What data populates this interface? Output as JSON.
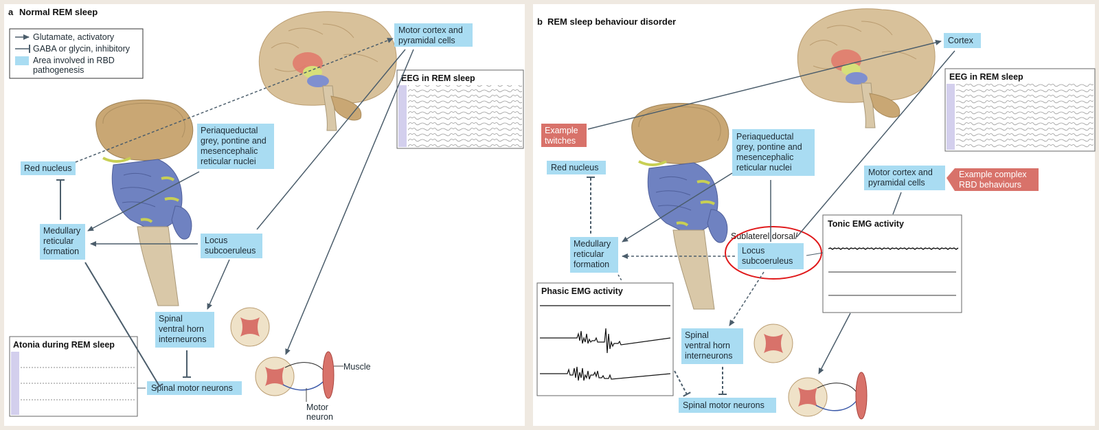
{
  "panel_a": {
    "letter": "a",
    "title": "Normal REM sleep",
    "legend": {
      "activatory": "Glutamate, activatory",
      "inhibitory": "GABA or glycin, inhibitory",
      "area_line1": "Area involved in RBD",
      "area_line2": "pathogenesis"
    },
    "motor_cortex": [
      "Motor cortex and",
      "pyramidal cells"
    ],
    "eeg_title": "EEG in REM sleep",
    "pag": [
      "Periaqueductal",
      "grey, pontine and",
      "mesencephalic",
      "reticular nuclei"
    ],
    "red_nucleus": "Red nucleus",
    "medullary": [
      "Medullary",
      "reticular",
      "formation"
    ],
    "locus": [
      "Locus",
      "subcoeruleus"
    ],
    "spinal_interneurons": [
      "Spinal",
      "ventral horn",
      "interneurons"
    ],
    "spinal_motor": "Spinal motor neurons",
    "atonia_title": "Atonia during REM sleep",
    "muscle": "Muscle",
    "motor_neuron": [
      "Motor",
      "neuron"
    ]
  },
  "panel_b": {
    "letter": "b",
    "title": "REM sleep behaviour disorder",
    "cortex": "Cortex",
    "eeg_title": "EEG in REM sleep",
    "example_twitches": [
      "Example",
      "twitches"
    ],
    "red_nucleus": "Red nucleus",
    "pag": [
      "Periaqueductal",
      "grey, pontine and",
      "mesencephalic",
      "reticular nuclei"
    ],
    "motor_cortex": [
      "Motor cortex and",
      "pyramidal cells"
    ],
    "example_complex": [
      "Example complex",
      "RBD behaviours"
    ],
    "tonic_title": "Tonic EMG activity",
    "sublateral": "Sublaterel dorsal/",
    "locus": [
      "Locus",
      "subcoeruleus"
    ],
    "medullary": [
      "Medullary",
      "reticular",
      "formation"
    ],
    "phasic_title": "Phasic EMG activity",
    "spinal_interneurons": [
      "Spinal",
      "ventral horn",
      "interneurons"
    ],
    "spinal_motor": "Spinal motor neurons"
  },
  "colors": {
    "label_bg": "#a9dcf2",
    "example_bg": "#d8726a",
    "brain": "#d8c19a",
    "cerebellum": "#c9a774",
    "pons": "#6f82c1",
    "stem": "#d9c8a8",
    "highlight_circle": "#e0191b",
    "arrow": "#4b5d6b"
  }
}
